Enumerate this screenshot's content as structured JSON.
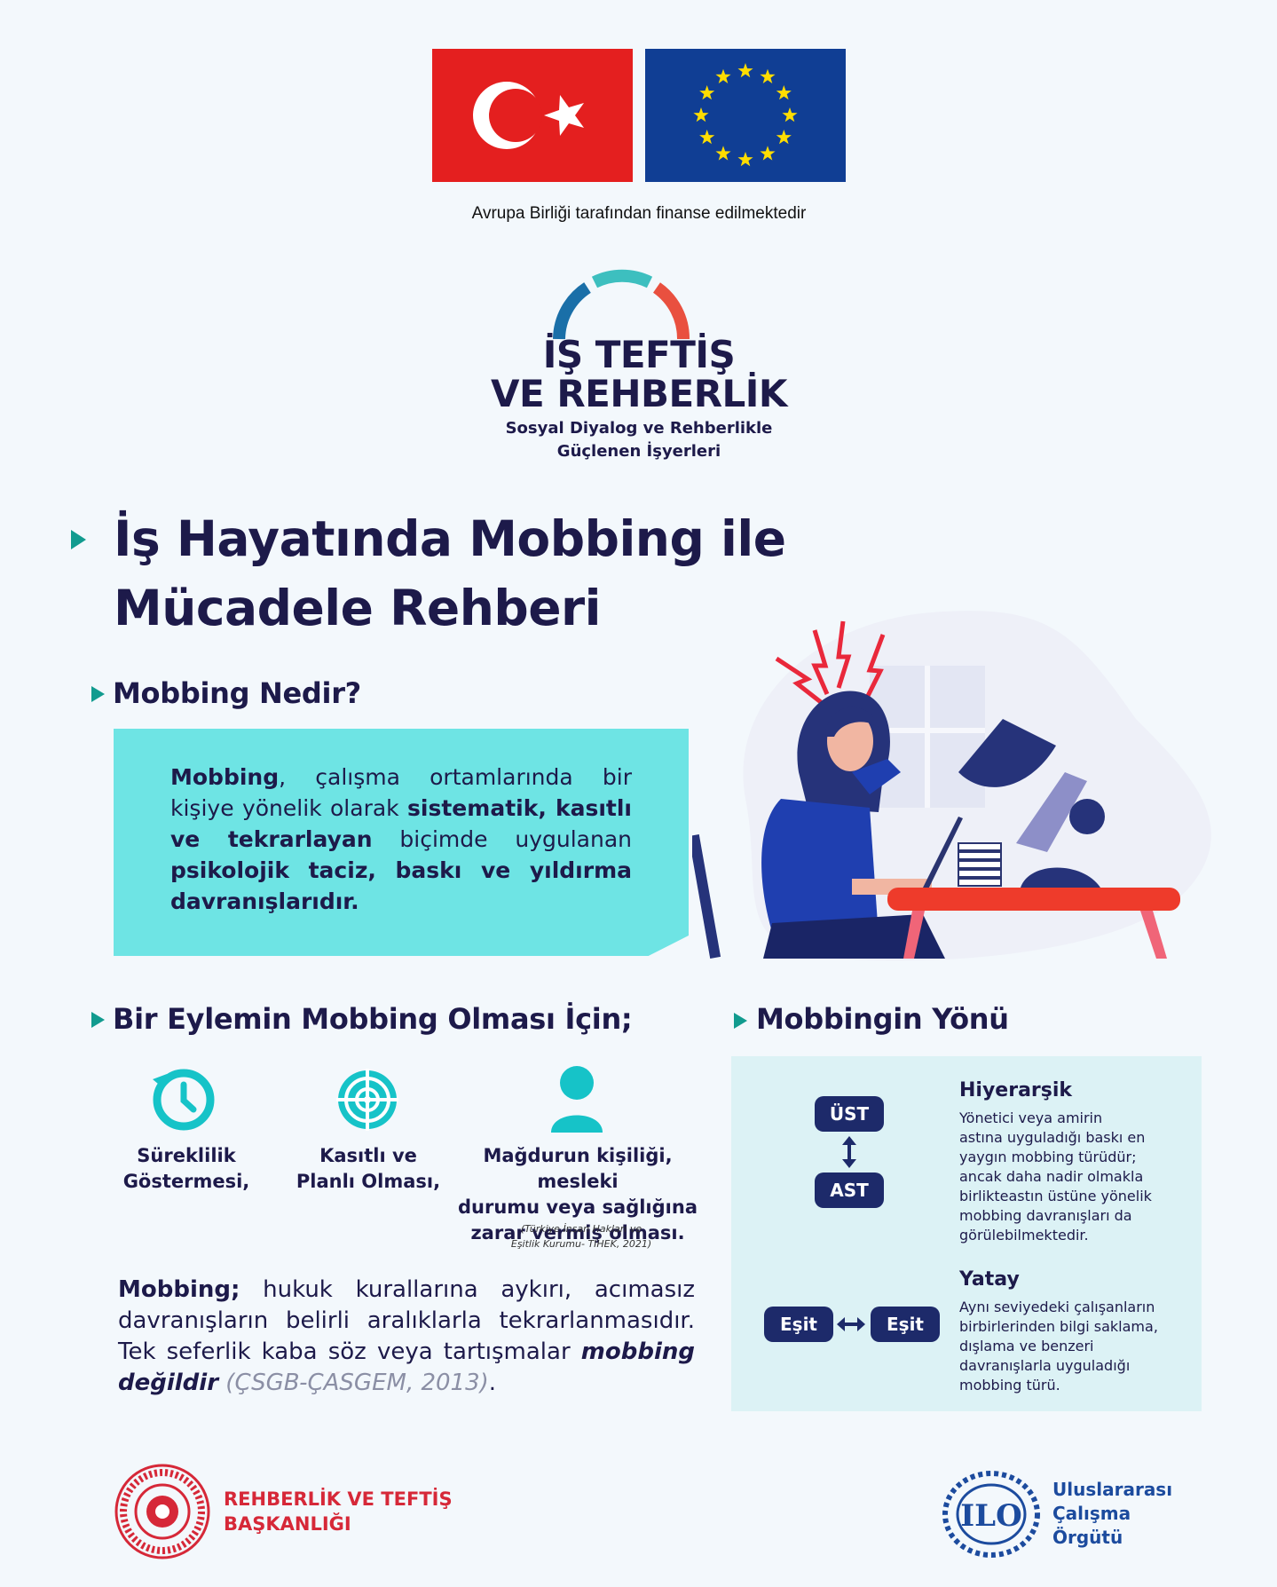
{
  "header": {
    "funding_text": "Avrupa Birliği tarafından finanse edilmektedir"
  },
  "project_logo": {
    "title_line1": "İŞ TEFTİŞ",
    "title_line2": "VE REHBERLİK",
    "subtitle_line1": "Sosyal Diyalog ve Rehberlikle",
    "subtitle_line2": "Güçlenen İşyerleri",
    "colors": [
      "#1a6fa8",
      "#3dbfbf",
      "#e9503f"
    ]
  },
  "main": {
    "title_line1": "İş Hayatında Mobbing ile",
    "title_line2": "Mücadele Rehberi"
  },
  "definition": {
    "heading": "Mobbing Nedir?",
    "t1": "Mobbing",
    "t2": ", çalışma ortamlarında bir kişiye yönelik olarak ",
    "t3": "sistematik, kasıtlı ve tekrarlayan",
    "t4": " biçimde uygulanan ",
    "t5": "psikolojik taciz, baskı ve yıldırma davranışlarıdır."
  },
  "criteria": {
    "heading": "Bir Eylemin Mobbing Olması İçin;",
    "items": [
      {
        "icon": "clock-icon",
        "line1": "Süreklilik",
        "line2": "Göstermesi,"
      },
      {
        "icon": "target-icon",
        "line1": "Kasıtlı ve",
        "line2": "Planlı Olması,"
      },
      {
        "icon": "person-icon",
        "line1": "Mağdurun kişiliği, mesleki",
        "line2": "durumu veya sağlığına",
        "line3": "zarar vermiş olması."
      }
    ],
    "citation_line1": "(Türkiye İnsan Hakları ve",
    "citation_line2": "Eşitlik Kurumu- TİHEK, 2021)"
  },
  "note": {
    "t1": "Mobbing;",
    "t2": " hukuk kurallarına aykırı, acımasız davranışların belirli aralıklarla tekrarlanmasıdır. Tek seferlik kaba söz veya tartışmalar ",
    "t3": "mobbing değildir",
    "t4": " ",
    "t5": "(ÇSGB-ÇASGEM, 2013)",
    "t6": "."
  },
  "direction": {
    "heading": "Mobbingin Yönü",
    "hierarchical": {
      "top_label": "ÜST",
      "bottom_label": "AST",
      "title": "Hiyerarşik",
      "lines": [
        "Yönetici veya amirin",
        "astına uyguladığı baskı en",
        "yaygın mobbing türüdür;",
        "ancak daha nadir olmakla",
        "birlikteastın üstüne yönelik",
        "mobbing davranışları da",
        "görülebilmektedir."
      ]
    },
    "horizontal": {
      "left_label": "Eşit",
      "right_label": "Eşit",
      "title": "Yatay",
      "lines": [
        "Aynı seviyedeki çalışanların",
        "birbirlerinden bilgi saklama,",
        "dışlama ve benzeri",
        "davranışlarla uyguladığı",
        "mobbing türü."
      ]
    }
  },
  "footer": {
    "left_line1": "REHBERLİK VE TEFTİŞ",
    "left_line2": "BAŞKANLIĞI",
    "ilo_mark": "ILO",
    "right_line1": "Uluslararası",
    "right_line2": "Çalışma",
    "right_line3": "Örgütü"
  }
}
